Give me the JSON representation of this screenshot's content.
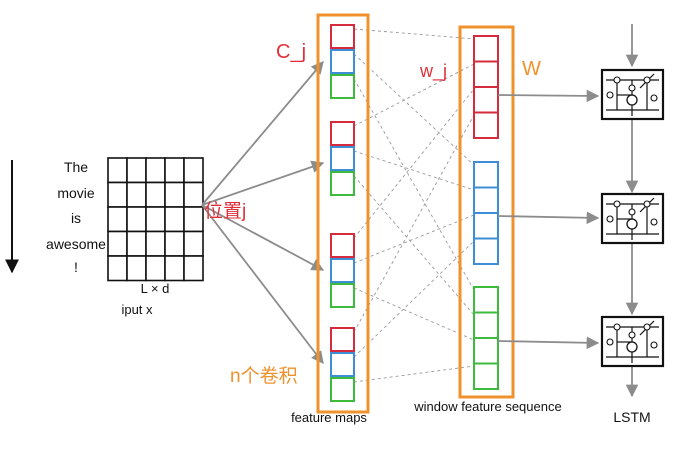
{
  "input": {
    "words": [
      "The",
      "movie",
      "is",
      "awesome",
      "!"
    ],
    "dim_label": "L × d",
    "caption": "iput x"
  },
  "labels": {
    "c_j": "C_j",
    "position_j": "位置j",
    "n_conv": "n个卷积",
    "w_j": "w_j",
    "W": "W",
    "feature_maps": "feature maps",
    "window_sequence": "window feature sequence",
    "lstm": "LSTM"
  },
  "colors": {
    "orange": "#f0922c",
    "red": "#d62b3c",
    "blue": "#3c8fd6",
    "green": "#3dbb3d",
    "label_red": "#e0303a",
    "gray_arrow": "#8c8c8c"
  }
}
